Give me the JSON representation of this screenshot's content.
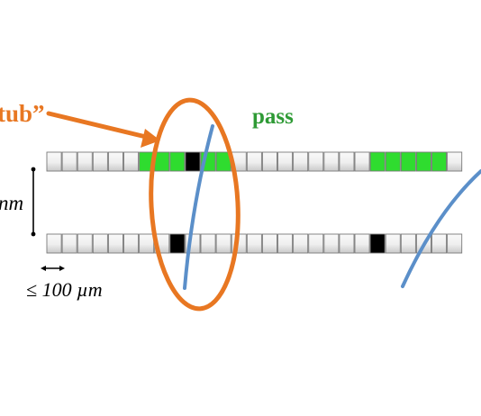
{
  "labels": {
    "stub": "tub”",
    "pass": "pass",
    "nm": "nm",
    "um": "≤ 100 µm"
  },
  "strips": {
    "cell_count": 27,
    "top": {
      "green_cells": [
        6,
        7,
        8,
        10,
        11,
        21,
        22,
        23,
        24,
        25
      ],
      "black_cells": [
        9
      ]
    },
    "bottom": {
      "green_cells": [],
      "black_cells": [
        8,
        21
      ]
    }
  },
  "colors": {
    "stub": "#e87722",
    "pass": "#2e9a35",
    "green_cell": "#2fdc2f",
    "black_cell": "#000000",
    "track": "#5b8fc9",
    "ellipse": "#e87722",
    "cell_border": "#7a7a7a"
  }
}
